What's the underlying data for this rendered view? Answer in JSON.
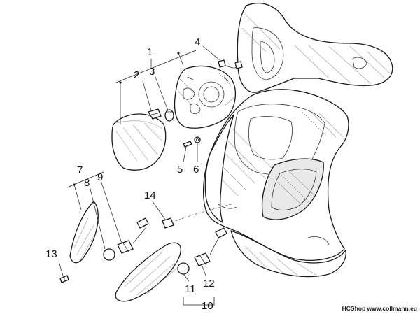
{
  "callouts": [
    {
      "id": "1",
      "label": "1"
    },
    {
      "id": "2",
      "label": "2"
    },
    {
      "id": "3",
      "label": "3"
    },
    {
      "id": "4",
      "label": "4"
    },
    {
      "id": "5",
      "label": "5"
    },
    {
      "id": "6",
      "label": "6"
    },
    {
      "id": "7",
      "label": "7"
    },
    {
      "id": "8",
      "label": "8"
    },
    {
      "id": "9",
      "label": "9"
    },
    {
      "id": "10",
      "label": "10"
    },
    {
      "id": "11",
      "label": "11"
    },
    {
      "id": "12",
      "label": "12"
    },
    {
      "id": "13",
      "label": "13"
    },
    {
      "id": "14",
      "label": "14"
    }
  ],
  "footer": {
    "credit": "HCShop www.collmann.eu"
  }
}
